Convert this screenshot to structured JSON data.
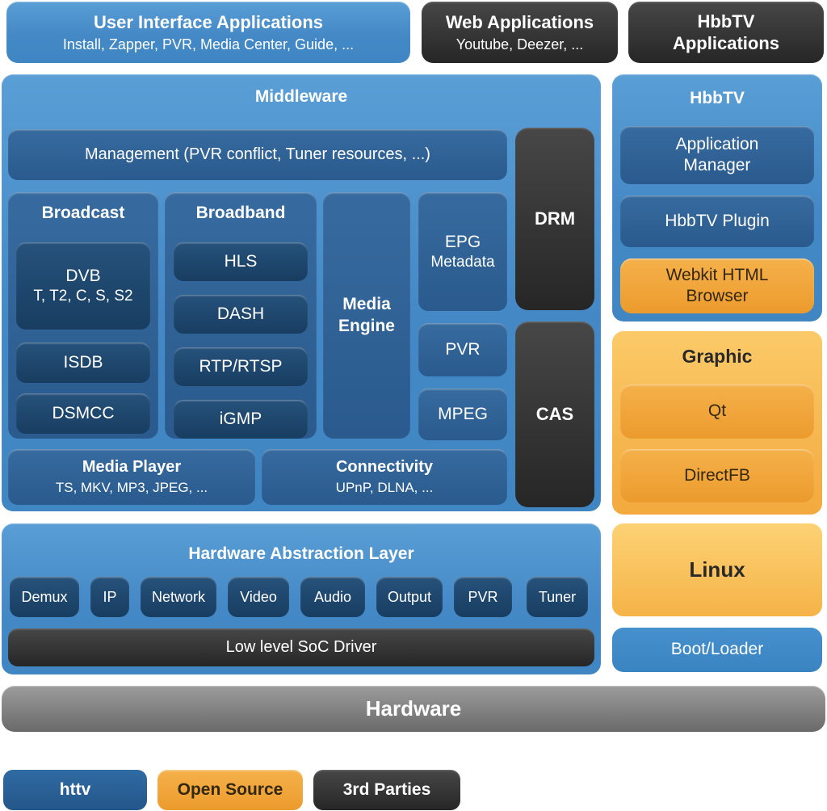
{
  "colors": {
    "httv_blue_light": "#4489C6",
    "panel_blue": "#2E5F93",
    "navy": "#1C4166",
    "dark_gray": "#333333",
    "orange": "#EFA43A",
    "orange_light": "#F7BE5A",
    "linux_yellow": "#F9C35D",
    "boot_blue": "#3F8AC8",
    "hardware_gray": "#808080"
  },
  "top_row": {
    "ui_apps": {
      "title": "User Interface Applications",
      "subtitle": "Install, Zapper, PVR, Media Center, Guide, ..."
    },
    "web_apps": {
      "title": "Web Applications",
      "subtitle": "Youtube, Deezer, ..."
    },
    "hbbtv_apps": {
      "title": "HbbTV Applications"
    }
  },
  "middleware": {
    "title": "Middleware",
    "management": "Management (PVR conflict, Tuner resources, ...)",
    "broadcast": {
      "title": "Broadcast",
      "dvb_title": "DVB",
      "dvb_sub": "T, T2, C, S, S2",
      "isdb": "ISDB",
      "dsmcc": "DSMCC"
    },
    "broadband": {
      "title": "Broadband",
      "items": [
        "HLS",
        "DASH",
        "RTP/RTSP",
        "iGMP"
      ]
    },
    "media_engine": "Media Engine",
    "epg": {
      "line1": "EPG",
      "line2": "Metadata"
    },
    "pvr": "PVR",
    "mpeg": "MPEG",
    "drm": "DRM",
    "cas": "CAS",
    "media_player": {
      "title": "Media Player",
      "subtitle": "TS, MKV, MP3, JPEG, ..."
    },
    "connectivity": {
      "title": "Connectivity",
      "subtitle": "UPnP, DLNA, ..."
    }
  },
  "hbbtv": {
    "title": "HbbTV",
    "app_manager": "Application Manager",
    "plugin": "HbbTV Plugin",
    "webkit": "Webkit HTML Browser"
  },
  "graphic": {
    "title": "Graphic",
    "qt": "Qt",
    "directfb": "DirectFB"
  },
  "linux": "Linux",
  "boot_loader": "Boot/Loader",
  "hal": {
    "title": "Hardware Abstraction Layer",
    "chips": [
      "Demux",
      "IP",
      "Network",
      "Video",
      "Audio",
      "Output",
      "PVR",
      "Tuner"
    ],
    "soc": "Low level SoC Driver"
  },
  "hardware": "Hardware",
  "legend": [
    {
      "label": "httv"
    },
    {
      "label": "Open Source"
    },
    {
      "label": "3rd Parties"
    }
  ]
}
